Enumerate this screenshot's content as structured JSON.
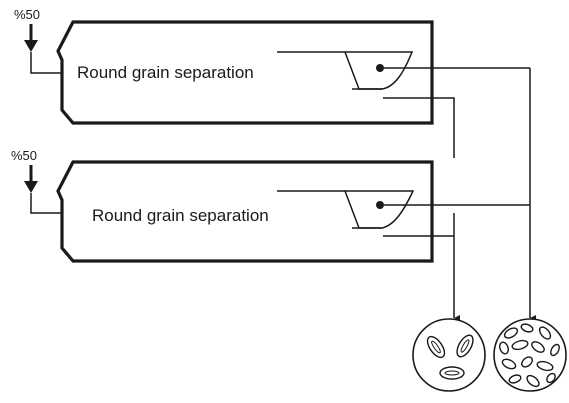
{
  "separators": [
    {
      "feed_percent": "%50",
      "label": "Round grain separation"
    },
    {
      "feed_percent": "%50",
      "label": "Round grain separation"
    }
  ],
  "colors": {
    "line": "#1a1a1a",
    "background": "#ffffff"
  },
  "icons": [
    "down-arrow-icon",
    "trieur-pocket-icon",
    "round-grain-icon",
    "broken-grain-icon"
  ]
}
